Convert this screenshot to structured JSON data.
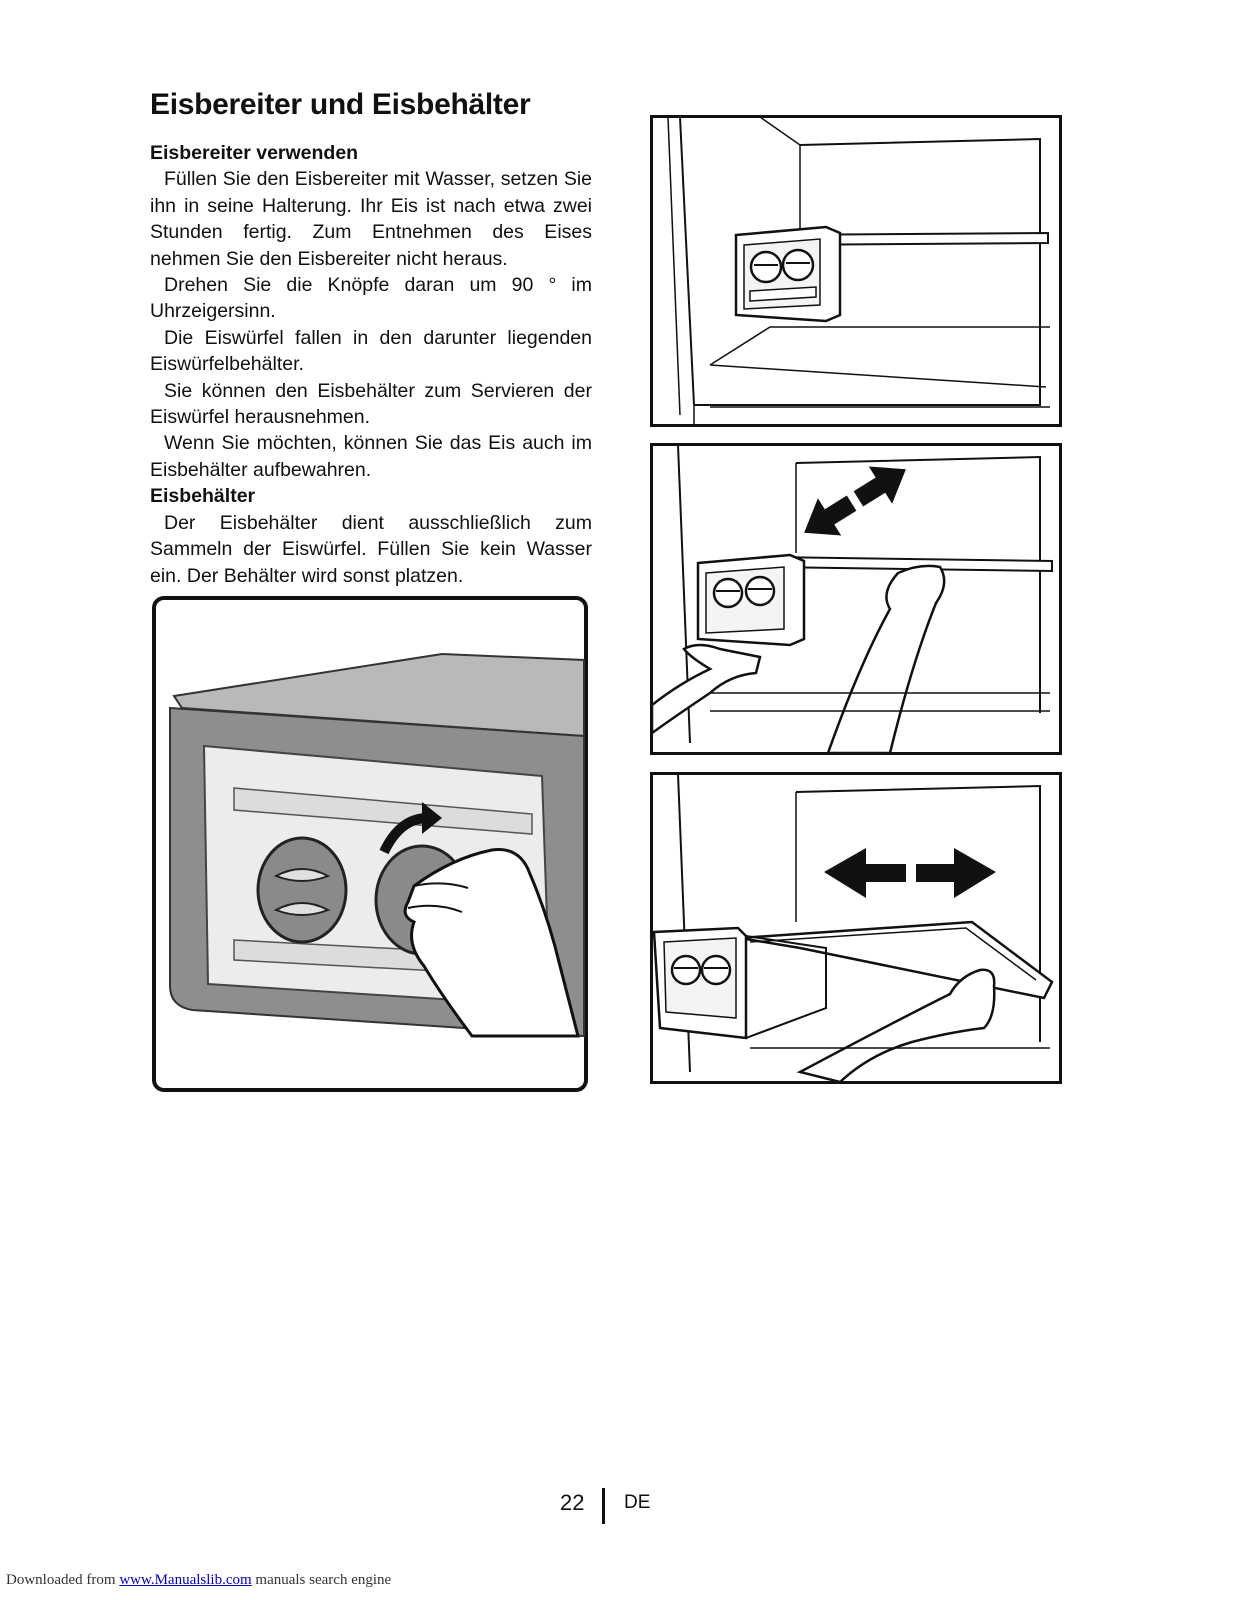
{
  "page": {
    "title": "Eisbereiter und Eisbehälter",
    "section1_heading": "Eisbereiter verwenden",
    "section1_paragraphs": [
      "Füllen Sie den Eisbereiter mit Wasser, setzen Sie ihn in seine Halterung. Ihr Eis ist nach etwa zwei Stunden fertig. Zum Entnehmen des Eises nehmen Sie den Eisbereiter nicht heraus.",
      "Drehen Sie die Knöpfe daran um 90 ° im Uhrzeigersinn.",
      "Die Eiswürfel fallen in den darunter liegenden Eiswürfelbehälter.",
      "Sie können den Eisbehälter zum Servieren der Eiswürfel herausnehmen.",
      "Wenn Sie möchten, können Sie das Eis auch im Eisbehälter aufbewahren."
    ],
    "section2_heading": "Eisbehälter",
    "section2_paragraphs": [
      "Der Eisbehälter dient ausschließlich zum Sammeln der Eiswürfel. Füllen Sie kein Wasser ein. Der Behälter wird sonst platzen."
    ]
  },
  "footer": {
    "page_number": "22",
    "language": "DE"
  },
  "download_bar": {
    "prefix": "Downloaded from ",
    "link_text": "www.Manualslib.com",
    "suffix": " manuals search engine"
  }
}
